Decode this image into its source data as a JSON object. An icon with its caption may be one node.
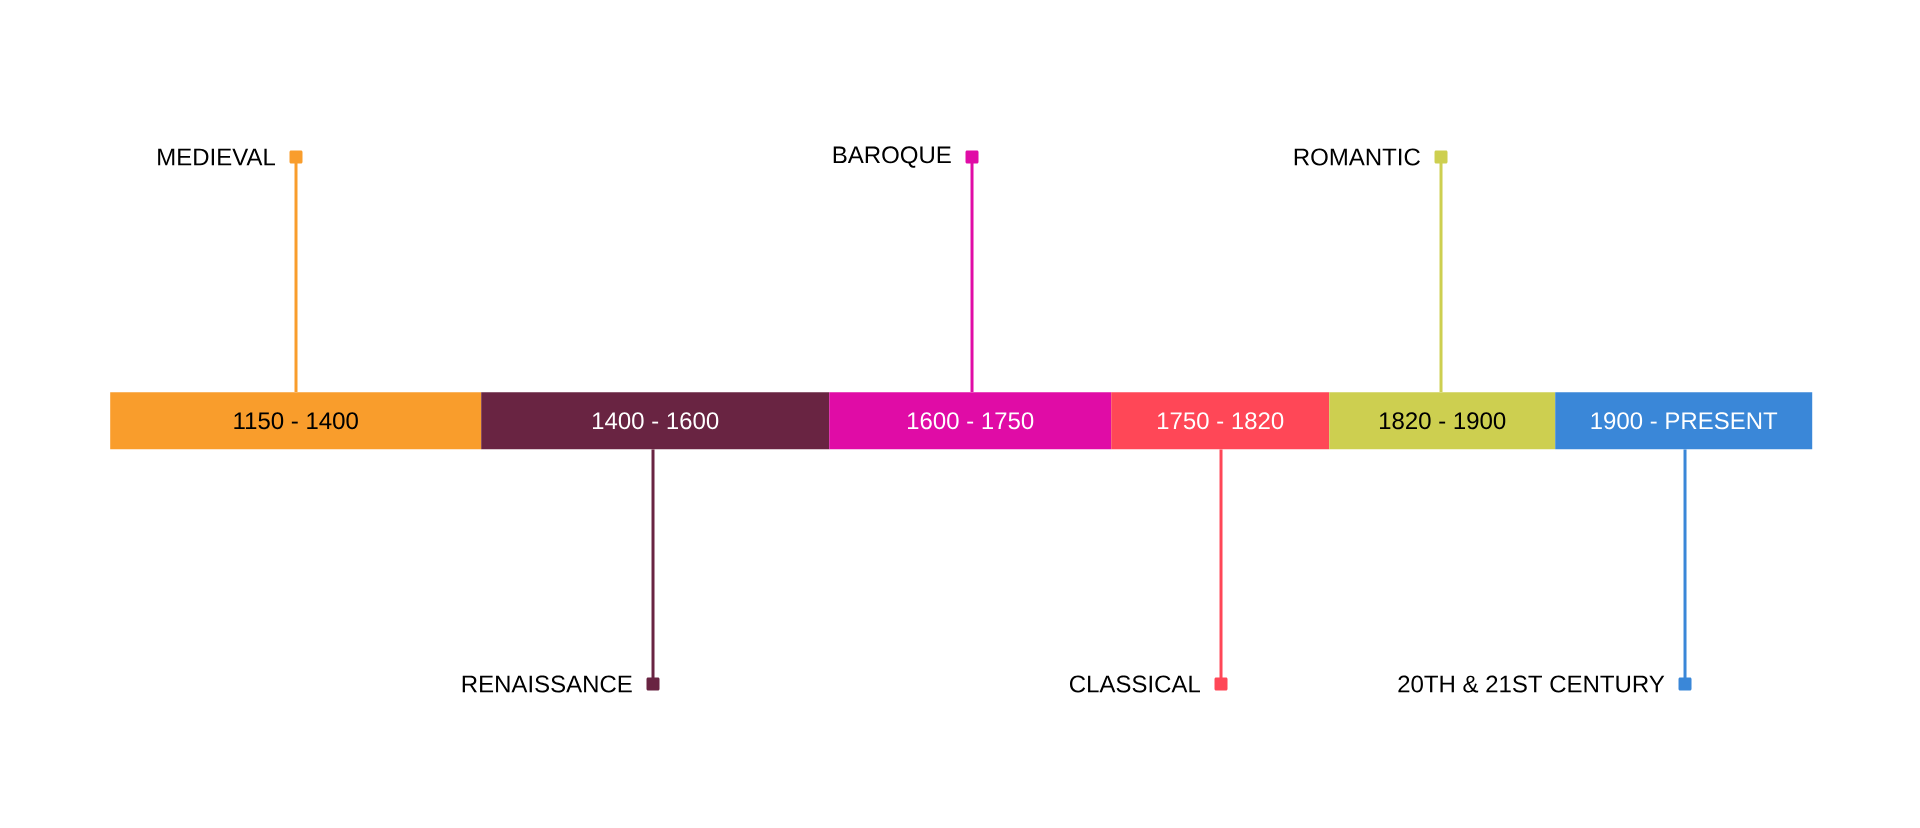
{
  "diagram": {
    "nodes": [
      {
        "text": [
          "1150 - 1400"
        ]
      },
      {
        "text": [
          "1400 - 1600"
        ]
      },
      {
        "text": [
          "1600 - 1750"
        ]
      },
      {
        "text": [
          "1750 - 1820"
        ]
      },
      {
        "text": [
          "1820 - 1900"
        ]
      },
      {
        "text": [
          "1900 - PRESENT"
        ]
      },
      {
        "text": [
          "MEDIEVAL"
        ]
      },
      {
        "text": [
          "BAROQUE"
        ]
      },
      {
        "text": [
          "ROMANTIC"
        ]
      },
      {
        "text": [
          "RENAISSANCE"
        ]
      },
      {
        "text": [
          "CLASSICAL"
        ]
      },
      {
        "text": [
          "20TH & 21ST CENTURY"
        ]
      }
    ],
    "edges": [
      {
        "from": 6,
        "to": 0,
        "arrow": "other",
        "color": "#f99d2c"
      },
      {
        "from": 7,
        "to": 2,
        "arrow": "other",
        "color": "#e00ca6"
      },
      {
        "from": 8,
        "to": 4,
        "arrow": "other",
        "color": "#cdcf50"
      },
      {
        "from": 9,
        "to": 1,
        "arrow": "other",
        "color": "#692442"
      },
      {
        "from": 10,
        "to": 3,
        "arrow": "other",
        "color": "#ff4757"
      },
      {
        "from": 11,
        "to": 5,
        "arrow": "other",
        "color": "#3a87d8"
      }
    ]
  }
}
